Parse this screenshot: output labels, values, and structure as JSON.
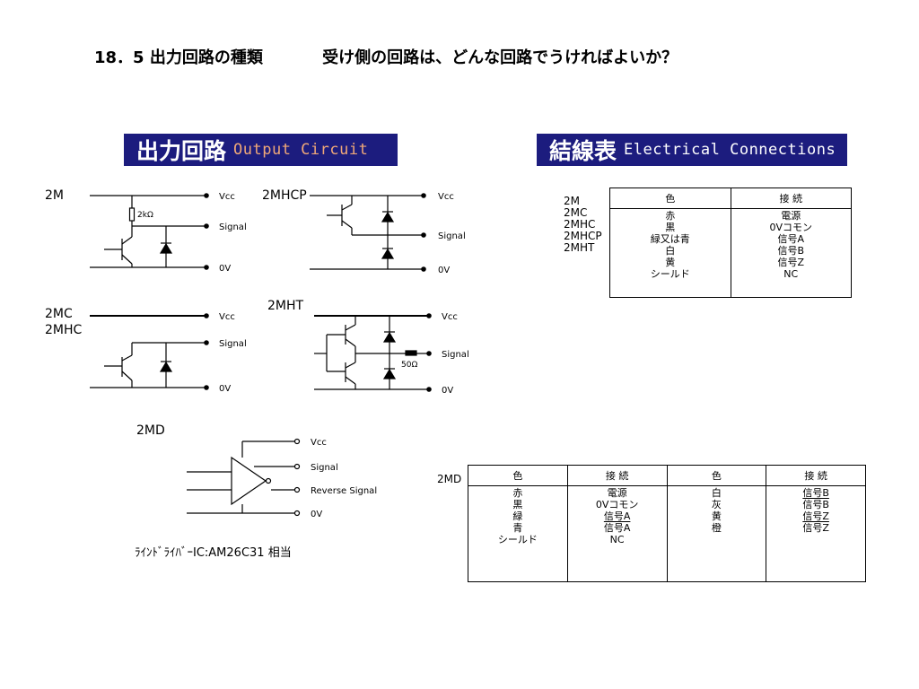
{
  "title": {
    "section": "18．5 出力回路の種類",
    "question": "受け側の回路は、どんな回路でうければよいか？"
  },
  "output_banner": {
    "jp": "出力回路",
    "en": "Output Circuit"
  },
  "wiring_banner": {
    "jp": "結線表",
    "en": "Electrical Connections"
  },
  "circuits": {
    "c2m": {
      "model": "2M",
      "vcc": "Vcc",
      "signal": "Signal",
      "ov": "0V",
      "resistor": "2kΩ"
    },
    "c2mc": {
      "model1": "2MC",
      "model2": "2MHC",
      "vcc": "Vcc",
      "signal": "Signal",
      "ov": "0V"
    },
    "c2mhcp": {
      "model": "2MHCP",
      "vcc": "Vcc",
      "signal": "Signal",
      "ov": "0V"
    },
    "c2mht": {
      "model": "2MHT",
      "vcc": "Vcc",
      "signal": "Signal",
      "ov": "0V",
      "resistor": "50Ω"
    },
    "c2md": {
      "model": "2MD",
      "vcc": "Vcc",
      "signal": "Signal",
      "rsignal": "Reverse Signal",
      "ov": "0V"
    }
  },
  "line_driver": "ﾗｲﾝﾄﾞﾗｲﾊﾞｰIC:AM26C31 相当",
  "table1": {
    "models": [
      "2M",
      "2MC",
      "2MHC",
      "2MHCP",
      "2MHT"
    ],
    "header": [
      "色",
      "接 続"
    ],
    "colors": [
      "赤",
      "黒",
      "緑又は青",
      "白",
      "黄",
      "シールド"
    ],
    "connections": [
      "電源",
      "0Vコモン",
      "信号A",
      "信号B",
      "信号Z",
      "NC"
    ]
  },
  "table2": {
    "model": "2MD",
    "header": [
      "色",
      "接 続",
      "色",
      "接 続"
    ],
    "colors1": [
      "赤",
      "黒",
      "緑",
      "青",
      "シールド"
    ],
    "conn1": [
      "電源",
      "0Vコモン",
      "信号A",
      "信号A",
      "NC"
    ],
    "colors2": [
      "白",
      "灰",
      "黄",
      "橙"
    ],
    "conn2": [
      "信号B",
      "信号B",
      "信号Z",
      "信号Z"
    ]
  }
}
